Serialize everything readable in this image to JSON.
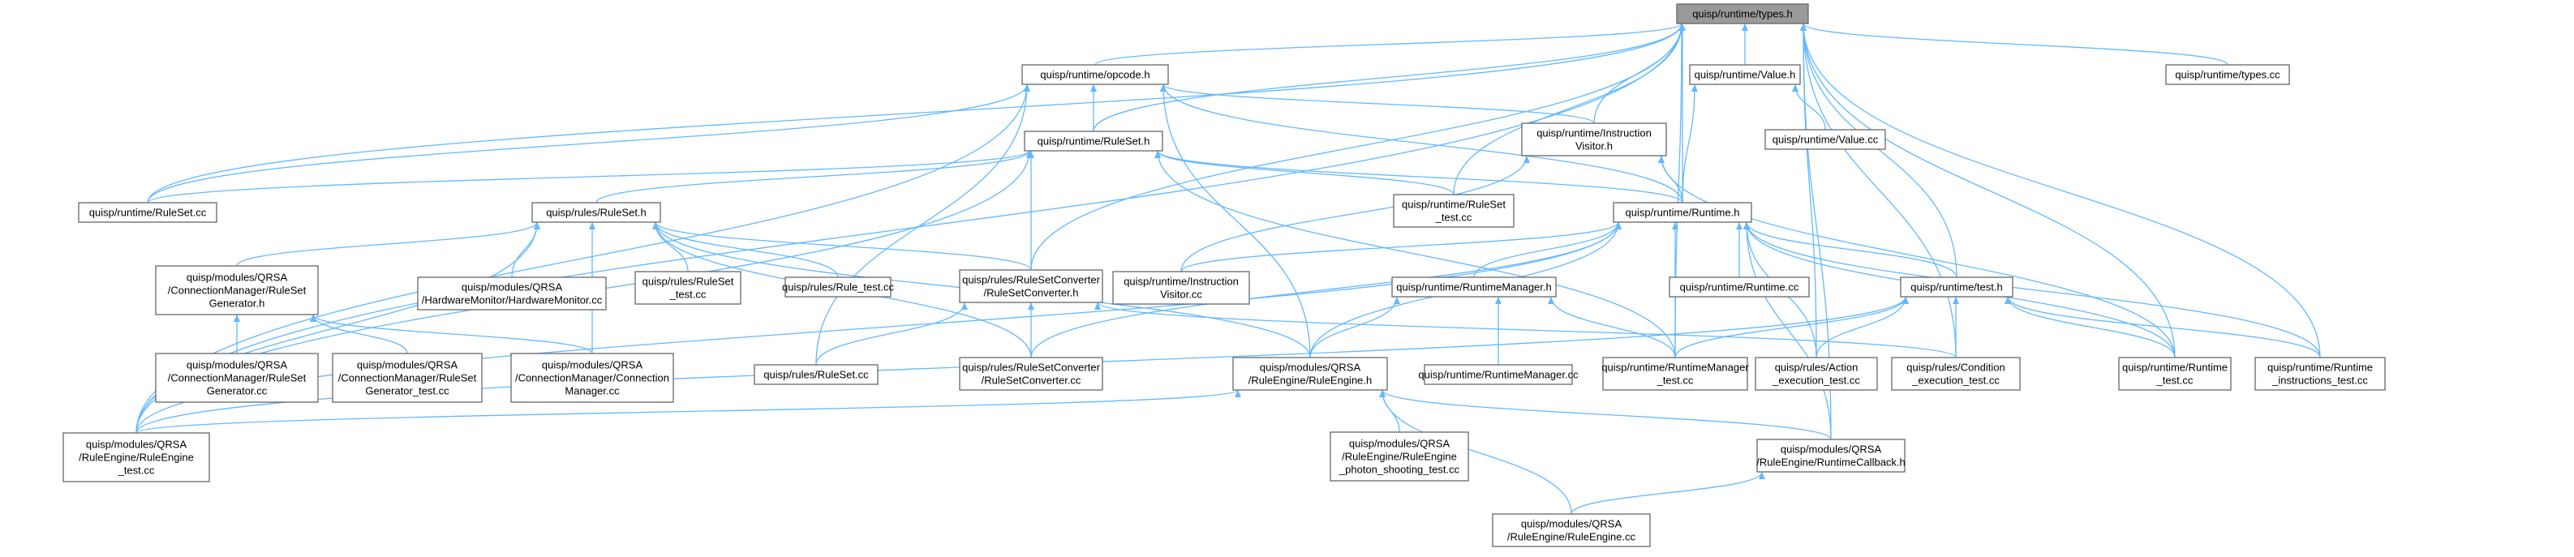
{
  "graph": {
    "edge_color": "#63b8ff",
    "focus_fill": "#9a9a9a",
    "nodes": [
      {
        "id": "types_h",
        "lines": [
          "quisp/runtime/types.h"
        ],
        "focus": true
      },
      {
        "id": "opcode_h",
        "lines": [
          "quisp/runtime/opcode.h"
        ]
      },
      {
        "id": "value_h",
        "lines": [
          "quisp/runtime/Value.h"
        ]
      },
      {
        "id": "types_cc",
        "lines": [
          "quisp/runtime/types.cc"
        ]
      },
      {
        "id": "ruleset_h",
        "lines": [
          "quisp/runtime/RuleSet.h"
        ]
      },
      {
        "id": "ivisitor_h",
        "lines": [
          "quisp/runtime/Instruction",
          "Visitor.h"
        ]
      },
      {
        "id": "value_cc",
        "lines": [
          "quisp/runtime/Value.cc"
        ]
      },
      {
        "id": "rt_ruleset_cc",
        "lines": [
          "quisp/runtime/RuleSet.cc"
        ]
      },
      {
        "id": "rules_ruleset_h",
        "lines": [
          "quisp/rules/RuleSet.h"
        ]
      },
      {
        "id": "rt_ruleset_test",
        "lines": [
          "quisp/runtime/RuleSet",
          "_test.cc"
        ]
      },
      {
        "id": "runtime_h",
        "lines": [
          "quisp/runtime/Runtime.h"
        ]
      },
      {
        "id": "cm_rsg_h",
        "lines": [
          "quisp/modules/QRSA",
          "/ConnectionManager/RuleSet",
          "Generator.h"
        ]
      },
      {
        "id": "hwmon_cc",
        "lines": [
          "quisp/modules/QRSA",
          "/HardwareMonitor/HardwareMonitor.cc"
        ]
      },
      {
        "id": "rules_ruleset_test",
        "lines": [
          "quisp/rules/RuleSet",
          "_test.cc"
        ]
      },
      {
        "id": "rule_test",
        "lines": [
          "quisp/rules/Rule_test.cc"
        ]
      },
      {
        "id": "rsconv_h",
        "lines": [
          "quisp/rules/RuleSetConverter",
          "/RuleSetConverter.h"
        ]
      },
      {
        "id": "ivisitor_cc",
        "lines": [
          "quisp/runtime/Instruction",
          "Visitor.cc"
        ]
      },
      {
        "id": "rtmgr_h",
        "lines": [
          "quisp/runtime/RuntimeManager.h"
        ]
      },
      {
        "id": "runtime_cc",
        "lines": [
          "quisp/runtime/Runtime.cc"
        ]
      },
      {
        "id": "test_h",
        "lines": [
          "quisp/runtime/test.h"
        ]
      },
      {
        "id": "cm_rsg_cc",
        "lines": [
          "quisp/modules/QRSA",
          "/ConnectionManager/RuleSet",
          "Generator.cc"
        ]
      },
      {
        "id": "cm_rsg_test",
        "lines": [
          "quisp/modules/QRSA",
          "/ConnectionManager/RuleSet",
          "Generator_test.cc"
        ]
      },
      {
        "id": "cm_cc",
        "lines": [
          "quisp/modules/QRSA",
          "/ConnectionManager/Connection",
          "Manager.cc"
        ]
      },
      {
        "id": "rules_ruleset_cc",
        "lines": [
          "quisp/rules/RuleSet.cc"
        ]
      },
      {
        "id": "rsconv_cc",
        "lines": [
          "quisp/rules/RuleSetConverter",
          "/RuleSetConverter.cc"
        ]
      },
      {
        "id": "re_h",
        "lines": [
          "quisp/modules/QRSA",
          "/RuleEngine/RuleEngine.h"
        ]
      },
      {
        "id": "rtmgr_cc",
        "lines": [
          "quisp/runtime/RuntimeManager.cc"
        ]
      },
      {
        "id": "rtmgr_test",
        "lines": [
          "quisp/runtime/RuntimeManager",
          "_test.cc"
        ]
      },
      {
        "id": "action_test",
        "lines": [
          "quisp/rules/Action",
          "_execution_test.cc"
        ]
      },
      {
        "id": "cond_test",
        "lines": [
          "quisp/rules/Condition",
          "_execution_test.cc"
        ]
      },
      {
        "id": "runtime_test",
        "lines": [
          "quisp/runtime/Runtime",
          "_test.cc"
        ]
      },
      {
        "id": "rt_instr_test",
        "lines": [
          "quisp/runtime/Runtime",
          "_instructions_test.cc"
        ]
      },
      {
        "id": "re_test",
        "lines": [
          "quisp/modules/QRSA",
          "/RuleEngine/RuleEngine",
          "_test.cc"
        ]
      },
      {
        "id": "re_photon_test",
        "lines": [
          "quisp/modules/QRSA",
          "/RuleEngine/RuleEngine",
          "_photon_shooting_test.cc"
        ]
      },
      {
        "id": "rtcb_h",
        "lines": [
          "quisp/modules/QRSA",
          "/RuleEngine/RuntimeCallback.h"
        ]
      },
      {
        "id": "re_cc",
        "lines": [
          "quisp/modules/QRSA",
          "/RuleEngine/RuleEngine.cc"
        ]
      }
    ],
    "edges": [
      [
        "types_h",
        "opcode_h"
      ],
      [
        "types_h",
        "value_h"
      ],
      [
        "types_h",
        "types_cc"
      ],
      [
        "types_h",
        "ruleset_h"
      ],
      [
        "types_h",
        "ivisitor_h"
      ],
      [
        "types_h",
        "rt_ruleset_cc"
      ],
      [
        "types_h",
        "rt_ruleset_test"
      ],
      [
        "types_h",
        "runtime_h"
      ],
      [
        "types_h",
        "rsconv_h"
      ],
      [
        "types_h",
        "test_h"
      ],
      [
        "types_h",
        "rtmgr_test"
      ],
      [
        "types_h",
        "action_test"
      ],
      [
        "types_h",
        "cond_test"
      ],
      [
        "types_h",
        "runtime_test"
      ],
      [
        "types_h",
        "rt_instr_test"
      ],
      [
        "types_h",
        "re_test"
      ],
      [
        "types_h",
        "rtcb_h"
      ],
      [
        "opcode_h",
        "ruleset_h"
      ],
      [
        "opcode_h",
        "ivisitor_h"
      ],
      [
        "opcode_h",
        "runtime_h"
      ],
      [
        "opcode_h",
        "rt_ruleset_cc"
      ],
      [
        "opcode_h",
        "re_test"
      ],
      [
        "opcode_h",
        "rules_ruleset_cc"
      ],
      [
        "opcode_h",
        "re_h"
      ],
      [
        "value_h",
        "value_cc"
      ],
      [
        "value_h",
        "runtime_h"
      ],
      [
        "ruleset_h",
        "rt_ruleset_cc"
      ],
      [
        "ruleset_h",
        "rules_ruleset_h"
      ],
      [
        "ruleset_h",
        "rt_ruleset_test"
      ],
      [
        "ruleset_h",
        "runtime_h"
      ],
      [
        "ruleset_h",
        "rsconv_h"
      ],
      [
        "ruleset_h",
        "re_test"
      ],
      [
        "ruleset_h",
        "rtmgr_test"
      ],
      [
        "ivisitor_h",
        "runtime_h"
      ],
      [
        "ivisitor_h",
        "ivisitor_cc"
      ],
      [
        "ivisitor_h",
        "runtime_test"
      ],
      [
        "rules_ruleset_h",
        "cm_rsg_h"
      ],
      [
        "rules_ruleset_h",
        "hwmon_cc"
      ],
      [
        "rules_ruleset_h",
        "rules_ruleset_test"
      ],
      [
        "rules_ruleset_h",
        "rule_test"
      ],
      [
        "rules_ruleset_h",
        "rsconv_h"
      ],
      [
        "rules_ruleset_h",
        "re_test"
      ],
      [
        "rules_ruleset_h",
        "cm_cc"
      ],
      [
        "rules_ruleset_h",
        "rsconv_cc"
      ],
      [
        "rules_ruleset_h",
        "re_h"
      ],
      [
        "runtime_h",
        "ivisitor_cc"
      ],
      [
        "runtime_h",
        "rtmgr_h"
      ],
      [
        "runtime_h",
        "runtime_cc"
      ],
      [
        "runtime_h",
        "test_h"
      ],
      [
        "runtime_h",
        "rsconv_cc"
      ],
      [
        "runtime_h",
        "re_h"
      ],
      [
        "runtime_h",
        "action_test"
      ],
      [
        "runtime_h",
        "runtime_test"
      ],
      [
        "runtime_h",
        "rt_instr_test"
      ],
      [
        "runtime_h",
        "re_test"
      ],
      [
        "runtime_h",
        "rtcb_h"
      ],
      [
        "runtime_h",
        "rtmgr_test"
      ],
      [
        "cm_rsg_h",
        "cm_rsg_cc"
      ],
      [
        "cm_rsg_h",
        "cm_rsg_test"
      ],
      [
        "cm_rsg_h",
        "cm_cc"
      ],
      [
        "rsconv_h",
        "rules_ruleset_cc"
      ],
      [
        "rsconv_h",
        "rsconv_cc"
      ],
      [
        "rsconv_h",
        "cond_test"
      ],
      [
        "rtmgr_h",
        "rtmgr_cc"
      ],
      [
        "rtmgr_h",
        "rtmgr_test"
      ],
      [
        "rtmgr_h",
        "re_h"
      ],
      [
        "test_h",
        "action_test"
      ],
      [
        "test_h",
        "cond_test"
      ],
      [
        "test_h",
        "runtime_test"
      ],
      [
        "test_h",
        "rt_instr_test"
      ],
      [
        "test_h",
        "rtmgr_test"
      ],
      [
        "test_h",
        "re_test"
      ],
      [
        "re_h",
        "re_test"
      ],
      [
        "re_h",
        "re_photon_test"
      ],
      [
        "re_h",
        "rtcb_h"
      ],
      [
        "re_h",
        "re_cc"
      ],
      [
        "rtcb_h",
        "re_cc"
      ]
    ]
  }
}
